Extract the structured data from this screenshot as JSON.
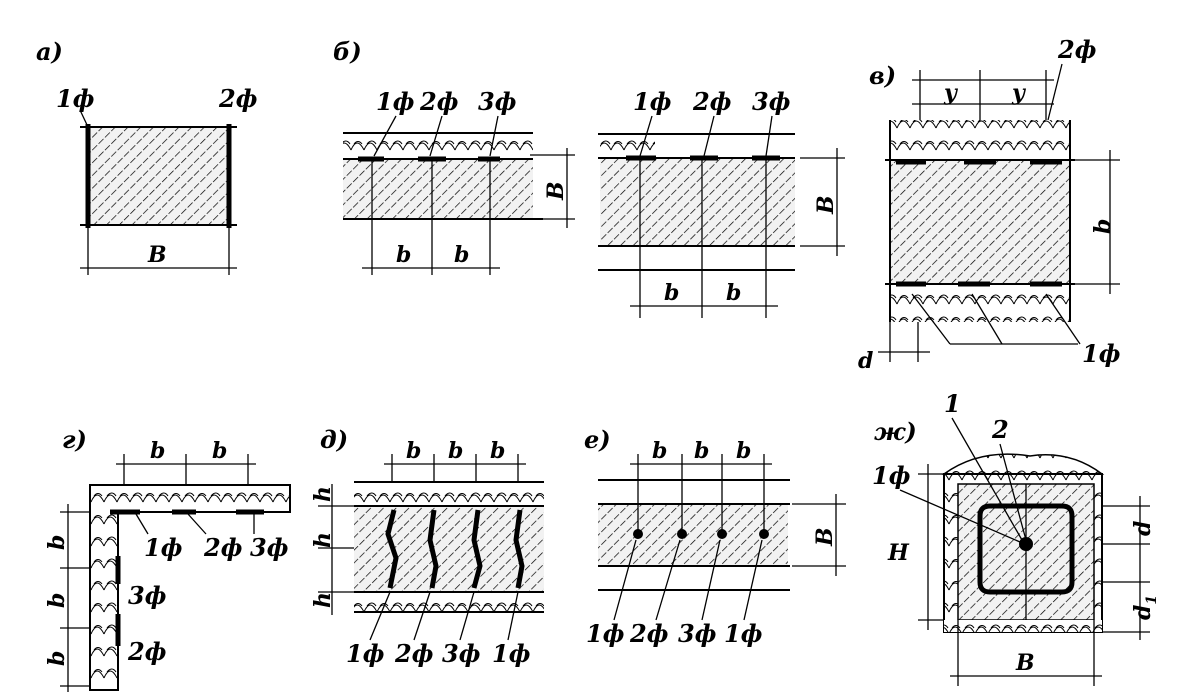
{
  "panels": {
    "a": {
      "letter": "а)",
      "phase_left": "1ф",
      "phase_right": "2ф",
      "width_label": "B"
    },
    "b": {
      "letter": "б)",
      "left_phases": [
        "1ф",
        "2ф",
        "3ф"
      ],
      "left_height": "B",
      "left_spacing": [
        "b",
        "b"
      ],
      "right_phases": [
        "1ф",
        "2ф",
        "3ф"
      ],
      "right_height": "B",
      "right_spacing": [
        "b",
        "b"
      ]
    },
    "v": {
      "letter": "в)",
      "top_phase": "2ф",
      "y_labels": [
        "y",
        "y"
      ],
      "height_label": "b",
      "d_label": "d",
      "bottom_phase": "1ф"
    },
    "g": {
      "letter": "г)",
      "top_spacing": [
        "b",
        "b"
      ],
      "top_phases": [
        "1ф",
        "2ф",
        "3ф"
      ],
      "side_spacing": [
        "b",
        "b",
        "b"
      ],
      "side_phases": [
        "3ф",
        "2ф"
      ]
    },
    "d": {
      "letter": "д)",
      "spacing": [
        "b",
        "b",
        "b"
      ],
      "h_labels": [
        "h",
        "h",
        "h"
      ],
      "phases": [
        "1ф",
        "2ф",
        "3ф",
        "1ф"
      ]
    },
    "e": {
      "letter": "е)",
      "spacing": [
        "b",
        "b",
        "b"
      ],
      "height_label": "B",
      "phases": [
        "1ф",
        "2ф",
        "3ф",
        "1ф"
      ]
    },
    "zh": {
      "letter": "ж)",
      "callout_1": "1",
      "callout_2": "2",
      "phase": "1ф",
      "h_label": "H",
      "d_label": "d",
      "d1_label": "d",
      "d1_sub": "1",
      "width_label": "B"
    }
  }
}
